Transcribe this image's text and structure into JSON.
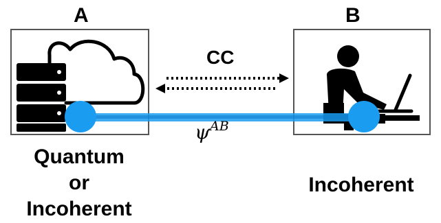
{
  "nodes": {
    "a": {
      "label": "A",
      "caption_lines": [
        "Quantum",
        "or",
        "Incoherent"
      ]
    },
    "b": {
      "label": "B",
      "caption_lines": [
        "Incoherent"
      ]
    }
  },
  "channel": {
    "label": "CC"
  },
  "state": {
    "symbol": "ψ",
    "superscript": "AB"
  },
  "icons": [
    "server-rack-icon",
    "cloud-icon",
    "person-laptop-icon"
  ],
  "colors": {
    "entanglement": "#1a9cf0",
    "frame": "#555555"
  }
}
